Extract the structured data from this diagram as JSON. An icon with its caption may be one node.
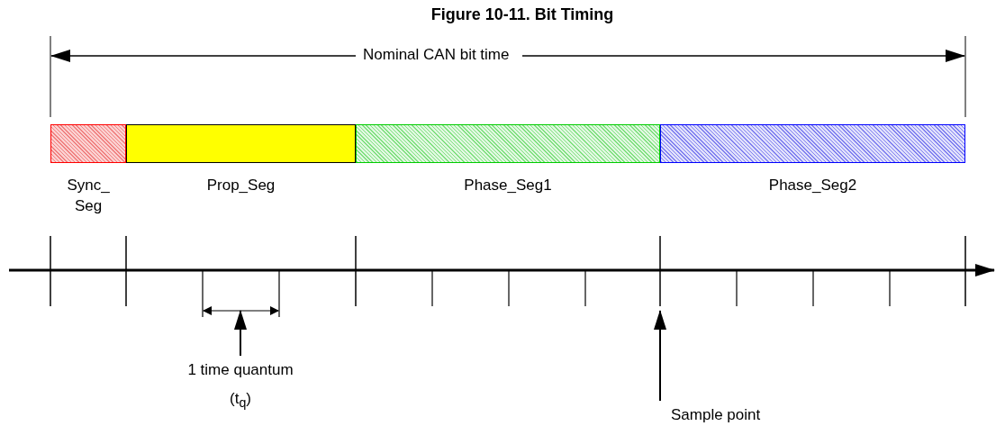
{
  "diagram": {
    "title": "Figure 10-11.  Bit Timing",
    "nodes": [
      {
        "text": [
          "Sync_ Seg"
        ]
      },
      {
        "text": [
          "Prop_Seg"
        ]
      },
      {
        "text": [
          "Phase_Seg1"
        ]
      },
      {
        "text": [
          "Phase_Seg2"
        ]
      },
      {
        "text": [
          "1 time quantum",
          "(t$_{q}$)"
        ]
      },
      {
        "text": [
          "Sample point"
        ]
      }
    ],
    "edges": [
      {
        "from": 4,
        "to": null,
        "arrow": "to"
      },
      {
        "from": 5,
        "to": null,
        "arrow": "to"
      }
    ],
    "labels": [
      "Nominal CAN bit time"
    ]
  }
}
